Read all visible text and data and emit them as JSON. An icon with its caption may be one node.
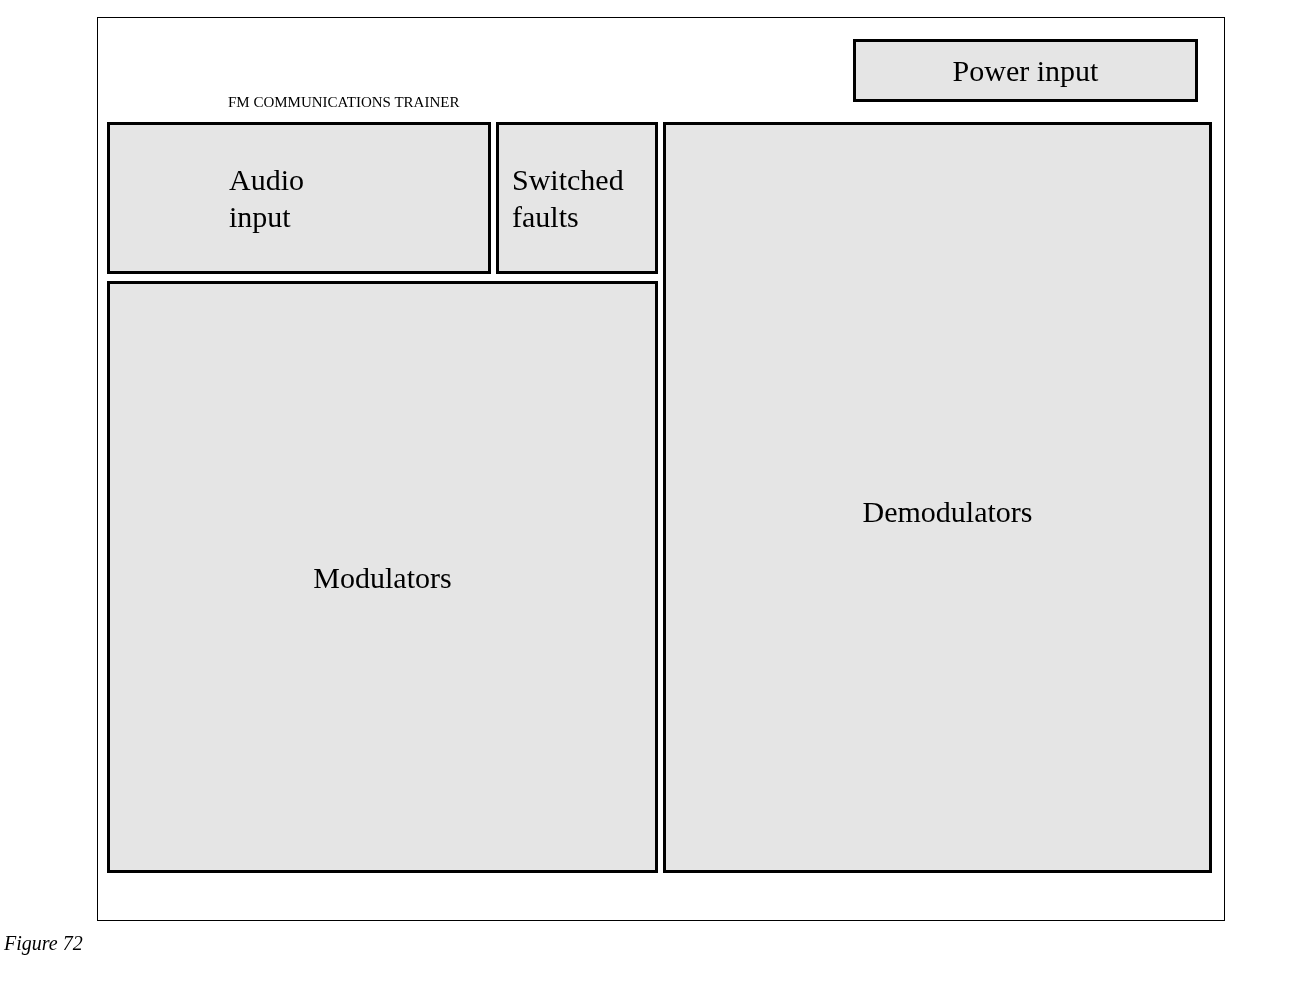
{
  "diagram": {
    "caption": "Figure 72",
    "nodes": [
      {
        "text": [
          "FM COMMUNICATIONS TRAINER"
        ]
      },
      {
        "text": [
          "Power input"
        ],
        "in": 0
      },
      {
        "text": [
          "Audio input"
        ],
        "in": 0
      },
      {
        "text": [
          "Switched faults"
        ],
        "in": 0
      },
      {
        "text": [
          "Demodulators"
        ],
        "in": 0
      },
      {
        "text": [
          "Modulators"
        ],
        "in": 0
      }
    ],
    "edges": []
  }
}
